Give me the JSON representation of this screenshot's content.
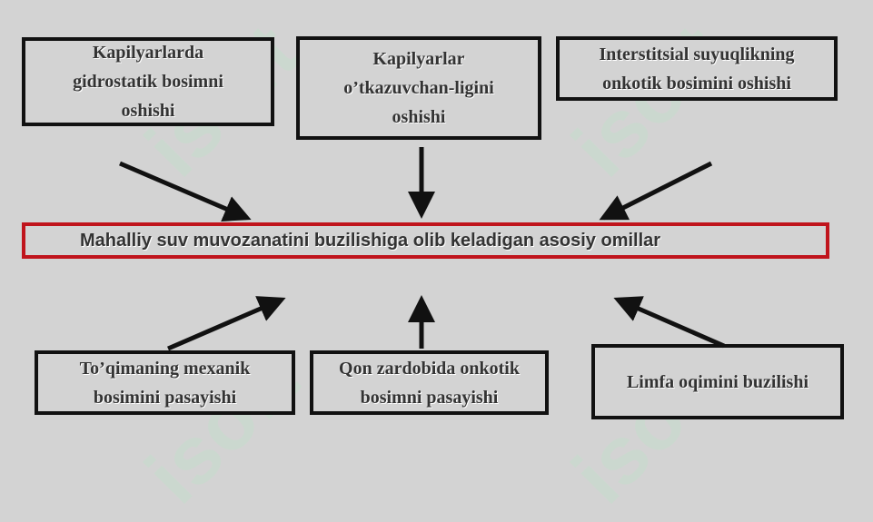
{
  "watermark": "isoft",
  "boxes": {
    "top_left": "Kapilyarlarda gidrostatik bosimni oshishi",
    "top_middle": "Kapilyarlar o’tkazuvchan-ligini oshishi",
    "top_right": "Interstitsial suyuqlikning onkotik bosimini oshishi",
    "bottom_left": "To’qimaning mexanik bosimini pasayishi",
    "bottom_middle": "Qon zardobida onkotik bosimni pasayishi",
    "bottom_right": "Limfa oqimini buzilishi"
  },
  "center_text": "Mahalliy suv muvozanatini buzilishiga olib keladigan asosiy omillar"
}
